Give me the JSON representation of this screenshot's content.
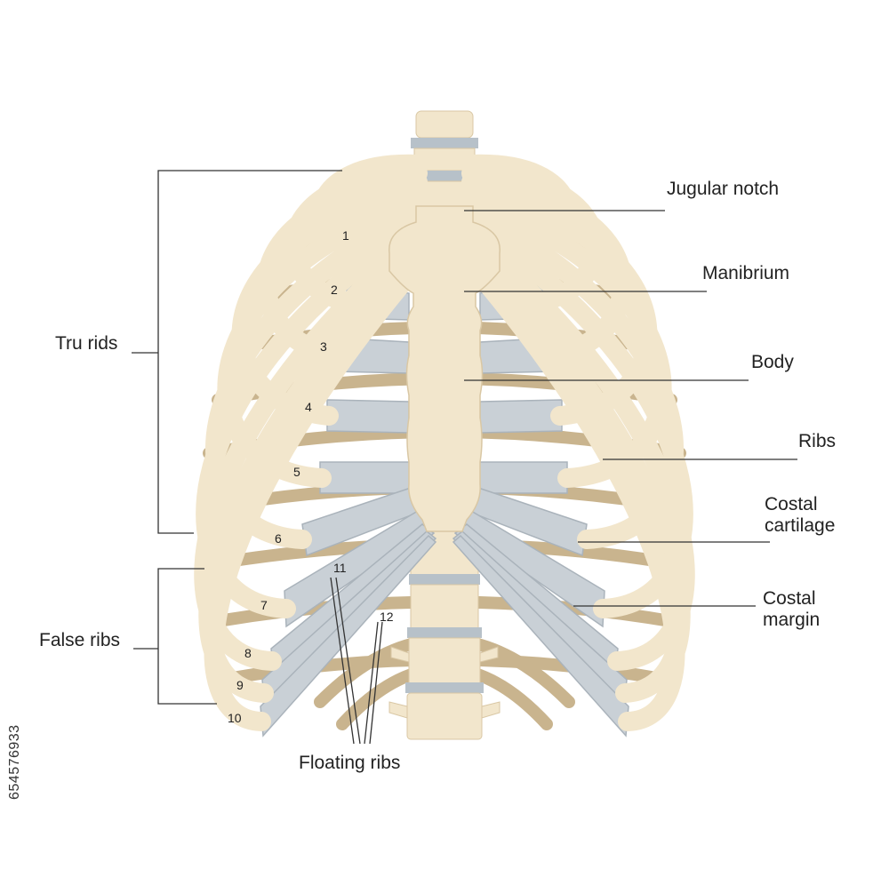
{
  "labels": {
    "jugular_notch": "Jugular notch",
    "manubrium": "Manibrium",
    "body": "Body",
    "ribs": "Ribs",
    "costal_cartilage_1": "Costal",
    "costal_cartilage_2": "cartilage",
    "costal_margin_1": "Costal",
    "costal_margin_2": "margin",
    "true_ribs": "Tru rids",
    "false_ribs": "False ribs",
    "floating_ribs": "Floating ribs"
  },
  "rib_numbers": [
    "1",
    "2",
    "3",
    "4",
    "5",
    "6",
    "7",
    "8",
    "9",
    "10",
    "11",
    "12"
  ],
  "stock_id": "654576933",
  "colors": {
    "bone": "#f2e6cc",
    "bone_edge": "#d9c7a4",
    "rib_back": "#c9b48e",
    "cartilage": "#c9d0d6",
    "cartilage_edge": "#aab3bb",
    "disc": "#b7c1c9",
    "line": "#333333"
  }
}
